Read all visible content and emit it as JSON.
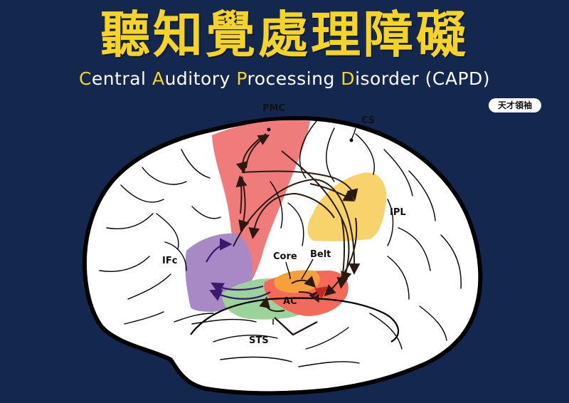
{
  "title": {
    "chinese": "聽知覺處理障礙",
    "english_parts": [
      {
        "cap": "C",
        "rest": "entral "
      },
      {
        "cap": "A",
        "rest": "uditory "
      },
      {
        "cap": "P",
        "rest": "rocessing "
      },
      {
        "cap": "D",
        "rest": "isorder (CAPD)"
      }
    ]
  },
  "badge": "天才領袖",
  "labels": {
    "pmc": "PMC",
    "cs": "CS",
    "ipl": "IPL",
    "ifc": "IFc",
    "core": "Core",
    "belt": "Belt",
    "ac": "AC",
    "sts": "STS"
  },
  "colors": {
    "background": "#14284f",
    "title": "#f5d327",
    "pmc_region": "#f07b7b",
    "ipl_region": "#f8d36b",
    "ifc_region": "#a988c6",
    "sts_region": "#9bd39a",
    "ac_region": "#f26a5a",
    "core_region": "#f5a03a"
  }
}
